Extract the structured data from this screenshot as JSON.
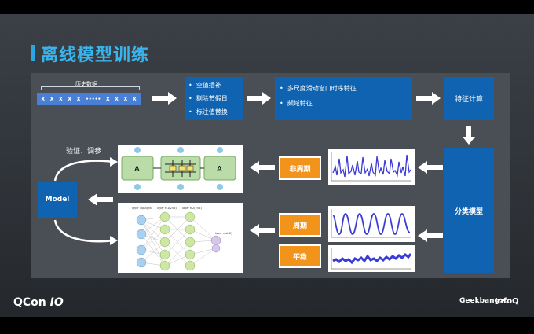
{
  "title": "离线模型训练",
  "history": {
    "label": "历史数据",
    "cells": [
      "X",
      "X",
      "X",
      "X",
      "X",
      "•••••",
      "X",
      "X",
      "X",
      "X"
    ]
  },
  "preprocess": [
    "空值插补",
    "剔除节假日",
    "标注值替换"
  ],
  "features": [
    "多尺度滑动窗口时序特征",
    "频域特征"
  ],
  "feature_calc": "特征计算",
  "classify": "分类模型",
  "categories": {
    "non_periodic": "非周期",
    "periodic": "周期",
    "stable": "平稳"
  },
  "tuning": "验证、调参",
  "model": "Model",
  "lstm_cells": [
    "A",
    "A"
  ],
  "mlp_labels": [
    "layer input(36)",
    "layer fc1(256)",
    "layer fc2(256)",
    "layer rest(2)"
  ],
  "footer": {
    "brand": "QCon",
    "brand_suffix": "IO",
    "geek": "Geekbang>.",
    "infoq": "InfoQ"
  },
  "colors": {
    "accent": "#2aa7e0",
    "box": "#0f63b0",
    "orange": "#f2941c",
    "panel": "#4a4f56"
  }
}
